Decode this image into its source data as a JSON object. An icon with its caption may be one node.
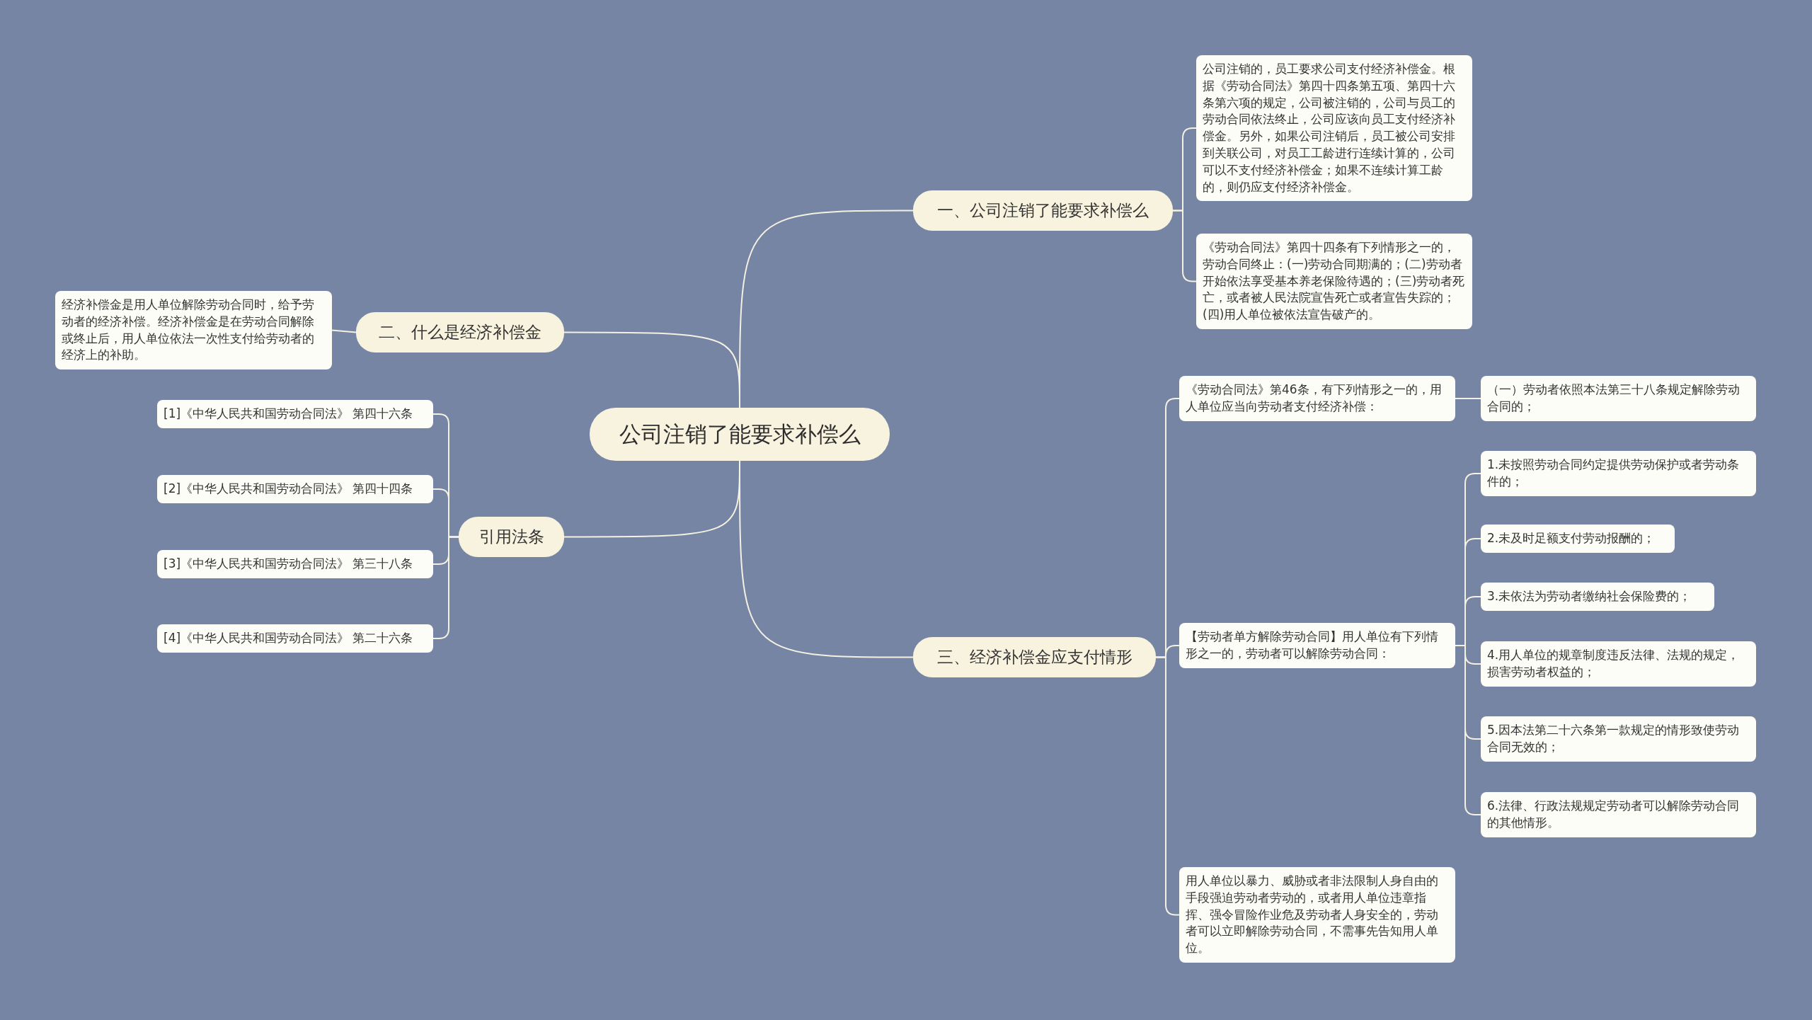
{
  "diagram": {
    "nodes": [
      {
        "text": [
          "公司注销了能要求补偿么"
        ]
      },
      {
        "text": [
          "一、公司注销了能要求补偿么"
        ]
      },
      {
        "text": [
          "公司注销的，员工要求公司支付经济补偿金。根据《劳动合同法》第四十四条第五项、第四十六条第六项的规定，公司被注销的，公司与员工的劳动合同依法终止，公司应该向员工支付经济补偿金。另外，如果公司注销后，员工被公司安排到关联公司，对员工工龄进行连续计算的，公司可以不支付经济补偿金；如果不连续计算工龄的，则仍应支付经济补偿金。"
        ]
      },
      {
        "text": [
          "《劳动合同法》第四十四条有下列情形之一的，劳动合同终止：(一)劳动合同期满的；(二)劳动者开始依法享受基本养老保险待遇的；(三)劳动者死亡，或者被人民法院宣告死亡或者宣告失踪的；(四)用人单位被依法宣告破产的。"
        ]
      },
      {
        "text": [
          "二、什么是经济补偿金"
        ]
      },
      {
        "text": [
          "经济补偿金是用人单位解除劳动合同时，给予劳动者的经济补偿。经济补偿金是在劳动合同解除或终止后，用人单位依法一次性支付给劳动者的经济上的补助。"
        ]
      },
      {
        "text": [
          "引用法条"
        ]
      },
      {
        "text": [
          "[1]《中华人民共和国劳动合同法》 第四十六条"
        ]
      },
      {
        "text": [
          "[2]《中华人民共和国劳动合同法》 第四十四条"
        ]
      },
      {
        "text": [
          "[3]《中华人民共和国劳动合同法》 第三十八条"
        ]
      },
      {
        "text": [
          "[4]《中华人民共和国劳动合同法》 第二十六条"
        ]
      },
      {
        "text": [
          "三、经济补偿金应支付情形"
        ]
      },
      {
        "text": [
          "《劳动合同法》第46条，有下列情形之一的，用人单位应当向劳动者支付经济补偿："
        ]
      },
      {
        "text": [
          "（一）劳动者依照本法第三十八条规定解除劳动合同的；"
        ]
      },
      {
        "text": [
          "【劳动者单方解除劳动合同】用人单位有下列情形之一的，劳动者可以解除劳动合同："
        ]
      },
      {
        "text": [
          "1.未按照劳动合同约定提供劳动保护或者劳动条件的；"
        ]
      },
      {
        "text": [
          "2.未及时足额支付劳动报酬的；"
        ]
      },
      {
        "text": [
          "3.未依法为劳动者缴纳社会保险费的；"
        ]
      },
      {
        "text": [
          "4.用人单位的规章制度违反法律、法规的规定，损害劳动者权益的；"
        ]
      },
      {
        "text": [
          "5.因本法第二十六条第一款规定的情形致使劳动合同无效的；"
        ]
      },
      {
        "text": [
          "6.法律、行政法规规定劳动者可以解除劳动合同的其他情形。"
        ]
      },
      {
        "text": [
          "用人单位以暴力、威胁或者非法限制人身自由的手段强迫劳动者劳动的，或者用人单位违章指挥、强令冒险作业危及劳动者人身安全的，劳动者可以立即解除劳动合同，不需事先告知用人单位。"
        ]
      }
    ],
    "edges": [
      {
        "from": 0,
        "to": 1,
        "arrow": "none"
      },
      {
        "from": 1,
        "to": 2,
        "arrow": "none"
      },
      {
        "from": 1,
        "to": 3,
        "arrow": "none"
      },
      {
        "from": 0,
        "to": 4,
        "arrow": "none"
      },
      {
        "from": 4,
        "to": 5,
        "arrow": "none"
      },
      {
        "from": 0,
        "to": 6,
        "arrow": "none"
      },
      {
        "from": 6,
        "to": 7,
        "arrow": "none"
      },
      {
        "from": 6,
        "to": 8,
        "arrow": "none"
      },
      {
        "from": 6,
        "to": 9,
        "arrow": "none"
      },
      {
        "from": 6,
        "to": 10,
        "arrow": "none"
      },
      {
        "from": 0,
        "to": 11,
        "arrow": "none"
      },
      {
        "from": 11,
        "to": 12,
        "arrow": "none"
      },
      {
        "from": 12,
        "to": 13,
        "arrow": "none"
      },
      {
        "from": 11,
        "to": 14,
        "arrow": "none"
      },
      {
        "from": 14,
        "to": 15,
        "arrow": "none"
      },
      {
        "from": 14,
        "to": 16,
        "arrow": "none"
      },
      {
        "from": 14,
        "to": 17,
        "arrow": "none"
      },
      {
        "from": 14,
        "to": 18,
        "arrow": "none"
      },
      {
        "from": 14,
        "to": 19,
        "arrow": "none"
      },
      {
        "from": 14,
        "to": 20,
        "arrow": "none"
      },
      {
        "from": 11,
        "to": 21,
        "arrow": "none"
      }
    ]
  }
}
